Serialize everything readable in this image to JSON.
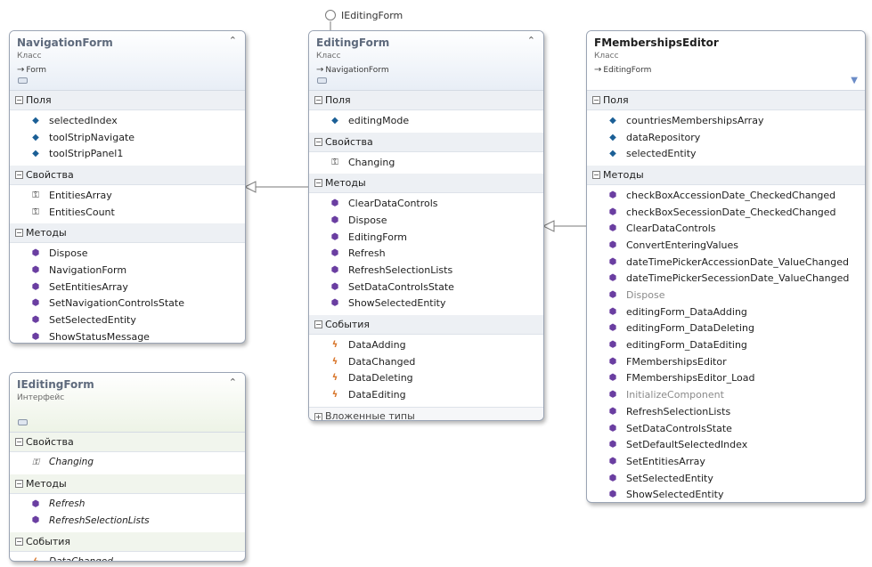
{
  "lollipop_label": "IEditingForm",
  "navigation_form": {
    "title": "NavigationForm",
    "kind": "Класс",
    "base": "Form",
    "sections": [
      {
        "label": "Поля",
        "items": [
          {
            "name": "selectedIndex",
            "icon": "field-icon"
          },
          {
            "name": "toolStripNavigate",
            "icon": "field-icon"
          },
          {
            "name": "toolStripPanel1",
            "icon": "field-icon"
          }
        ]
      },
      {
        "label": "Свойства",
        "items": [
          {
            "name": "EntitiesArray",
            "icon": "property-icon"
          },
          {
            "name": "EntitiesCount",
            "icon": "property-icon"
          }
        ]
      },
      {
        "label": "Методы",
        "items": [
          {
            "name": "Dispose",
            "icon": "method-icon"
          },
          {
            "name": "NavigationForm",
            "icon": "method-icon"
          },
          {
            "name": "SetEntitiesArray",
            "icon": "method-icon"
          },
          {
            "name": "SetNavigationControlsState",
            "icon": "method-icon"
          },
          {
            "name": "SetSelectedEntity",
            "icon": "method-icon"
          },
          {
            "name": "ShowStatusMessage",
            "icon": "method-icon"
          }
        ]
      }
    ]
  },
  "editing_form": {
    "title": "EditingForm",
    "kind": "Класс",
    "base": "NavigationForm",
    "sections": [
      {
        "label": "Поля",
        "items": [
          {
            "name": "editingMode",
            "icon": "field-icon"
          }
        ]
      },
      {
        "label": "Свойства",
        "items": [
          {
            "name": "Changing",
            "icon": "property-icon"
          }
        ]
      },
      {
        "label": "Методы",
        "items": [
          {
            "name": "ClearDataControls",
            "icon": "method-icon"
          },
          {
            "name": "Dispose",
            "icon": "method-icon"
          },
          {
            "name": "EditingForm",
            "icon": "method-icon"
          },
          {
            "name": "Refresh",
            "icon": "method-icon"
          },
          {
            "name": "RefreshSelectionLists",
            "icon": "method-icon"
          },
          {
            "name": "SetDataControlsState",
            "icon": "method-icon"
          },
          {
            "name": "ShowSelectedEntity",
            "icon": "method-icon"
          }
        ]
      },
      {
        "label": "События",
        "items": [
          {
            "name": "DataAdding",
            "icon": "event-icon"
          },
          {
            "name": "DataChanged",
            "icon": "event-icon"
          },
          {
            "name": "DataDeleting",
            "icon": "event-icon"
          },
          {
            "name": "DataEditing",
            "icon": "event-icon"
          }
        ]
      }
    ],
    "nested_label": "Вложенные типы"
  },
  "ediitng_iface": null,
  "iediting_form": {
    "title": "IEditingForm",
    "kind": "Интерфейс",
    "sections": [
      {
        "label": "Свойства",
        "items": [
          {
            "name": "Changing",
            "icon": "property-icon"
          }
        ]
      },
      {
        "label": "Методы",
        "items": [
          {
            "name": "Refresh",
            "icon": "method-icon"
          },
          {
            "name": "RefreshSelectionLists",
            "icon": "method-icon"
          }
        ]
      },
      {
        "label": "События",
        "items": [
          {
            "name": "DataChanged",
            "icon": "event-icon"
          }
        ]
      }
    ]
  },
  "fmemberships_editor": {
    "title": "FMembershipsEditor",
    "kind": "Класс",
    "base": "EditingForm",
    "sections": [
      {
        "label": "Поля",
        "items": [
          {
            "name": "countriesMembershipsArray",
            "icon": "field-icon"
          },
          {
            "name": "dataRepository",
            "icon": "field-icon"
          },
          {
            "name": "selectedEntity",
            "icon": "field-icon"
          }
        ]
      },
      {
        "label": "Методы",
        "items": [
          {
            "name": "checkBoxAccessionDate_CheckedChanged",
            "icon": "method-icon"
          },
          {
            "name": "checkBoxSecessionDate_CheckedChanged",
            "icon": "method-icon"
          },
          {
            "name": "ClearDataControls",
            "icon": "method-icon"
          },
          {
            "name": "ConvertEnteringValues",
            "icon": "method-icon"
          },
          {
            "name": "dateTimePickerAccessionDate_ValueChanged",
            "icon": "method-icon"
          },
          {
            "name": "dateTimePickerSecessionDate_ValueChanged",
            "icon": "method-icon"
          },
          {
            "name": "Dispose",
            "icon": "method-icon",
            "muted": true
          },
          {
            "name": "editingForm_DataAdding",
            "icon": "method-icon"
          },
          {
            "name": "editingForm_DataDeleting",
            "icon": "method-icon"
          },
          {
            "name": "editingForm_DataEditing",
            "icon": "method-icon"
          },
          {
            "name": "FMembershipsEditor",
            "icon": "method-icon"
          },
          {
            "name": "FMembershipsEditor_Load",
            "icon": "method-icon"
          },
          {
            "name": "InitializeComponent",
            "icon": "method-icon",
            "muted": true
          },
          {
            "name": "RefreshSelectionLists",
            "icon": "method-icon"
          },
          {
            "name": "SetDataControlsState",
            "icon": "method-icon"
          },
          {
            "name": "SetDefaultSelectedIndex",
            "icon": "method-icon"
          },
          {
            "name": "SetEntitiesArray",
            "icon": "method-icon"
          },
          {
            "name": "SetSelectedEntity",
            "icon": "method-icon"
          },
          {
            "name": "ShowSelectedEntity",
            "icon": "method-icon"
          }
        ]
      }
    ]
  }
}
